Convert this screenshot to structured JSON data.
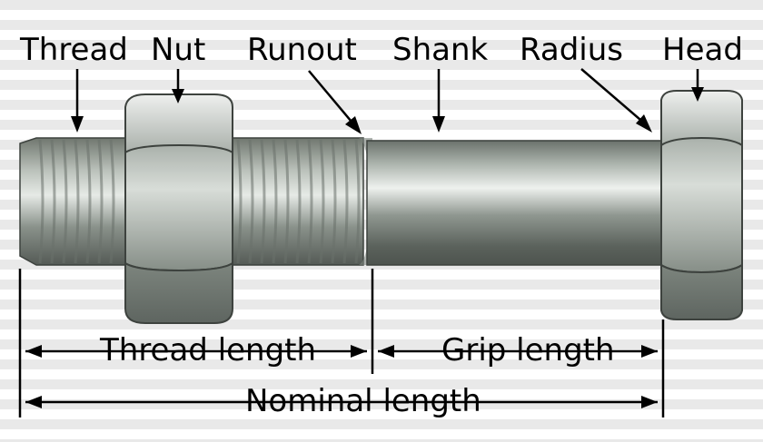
{
  "diagram": {
    "part_labels": {
      "thread": "Thread",
      "nut": "Nut",
      "runout": "Runout",
      "shank": "Shank",
      "radius": "Radius",
      "head": "Head"
    },
    "dimension_labels": {
      "thread_length": "Thread length",
      "grip_length": "Grip length",
      "nominal_length": "Nominal length"
    },
    "colors": {
      "background": "#ffffff",
      "background_stripes": "#e6e6e6",
      "metal_dark": "#5f6660",
      "metal_mid": "#9aa29b",
      "metal_light": "#e9ece9",
      "ink": "#000000"
    }
  }
}
